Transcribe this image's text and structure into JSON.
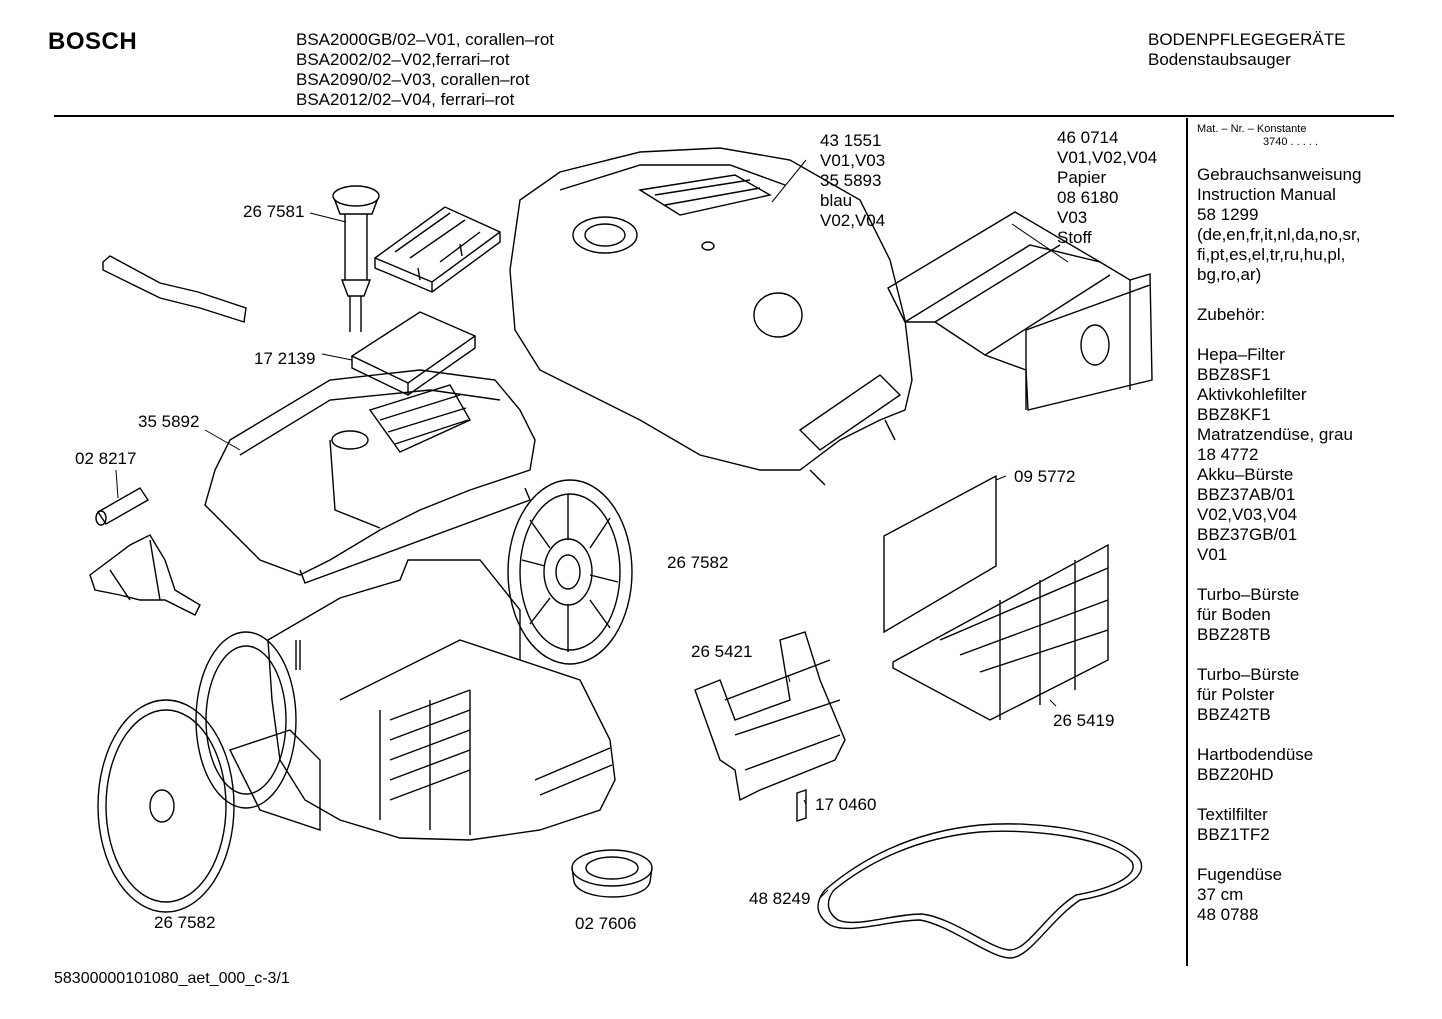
{
  "header": {
    "brand": "BOSCH",
    "models": [
      "BSA2000GB/02–V01, corallen–rot",
      "BSA2002/02–V02,ferrari–rot",
      "BSA2090/02–V03, corallen–rot",
      "BSA2012/02–V04, ferrari–rot"
    ],
    "category": "BODENPFLEGEGERÄTE",
    "subcategory": "Bodenstaubsauger"
  },
  "sidebar": {
    "mat_nr_label": "Mat. – Nr. – Konstante",
    "mat_nr_value": "3740  .   .   .   .  .",
    "lines": [
      "Gebrauchsanweisung",
      "Instruction Manual",
      "58 1299",
      "(de,en,fr,it,nl,da,no,sr,",
      "fi,pt,es,el,tr,ru,hu,pl,",
      "bg,ro,ar)",
      "",
      "Zubehör:",
      "",
      "Hepa–Filter",
      "BBZ8SF1",
      "Aktivkohlefilter",
      "BBZ8KF1",
      "Matratzendüse, grau",
      "18 4772",
      "Akku–Bürste",
      "BBZ37AB/01",
      "V02,V03,V04",
      "BBZ37GB/01",
      "V01",
      "",
      "Turbo–Bürste",
      "für Boden",
      "BBZ28TB",
      "",
      "Turbo–Bürste",
      "für Polster",
      "BBZ42TB",
      "",
      "Hartbodendüse",
      "BBZ20HD",
      "",
      "Textilfilter",
      "BBZ1TF2",
      "",
      "Fugendüse",
      "37 cm",
      "48 0788"
    ]
  },
  "parts": {
    "p267581": "26 7581",
    "p172139": "17 2139",
    "p355892": "35 5892",
    "p028217": "02 8217",
    "p431551": [
      "43 1551",
      "V01,V03",
      "35 5893",
      "blau",
      "V02,V04"
    ],
    "p460714": [
      "46 0714",
      "V01,V02,V04",
      "Papier",
      "08 6180",
      "V03",
      "Stoff"
    ],
    "p095772": "09 5772",
    "p267582_top": "26 7582",
    "p265421": "26 5421",
    "p265419": "26 5419",
    "p170460": "17 0460",
    "p488249": "48 8249",
    "p267582_bottom": "26 7582",
    "p027606": "02 7606"
  },
  "footer": {
    "doc_id": "58300000101080_aet_000_c-3/1"
  }
}
